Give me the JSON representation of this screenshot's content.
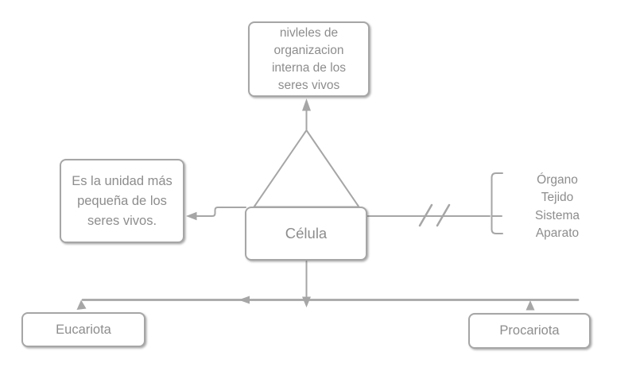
{
  "diagram": {
    "background_color": "#ffffff",
    "line_color": "#a6a6a6",
    "text_color": "#8d8d8d",
    "nodes": {
      "levels": {
        "label": "nivleles de organizacion interna de los seres vivos"
      },
      "definition": {
        "label": "Es la unidad más pequeña de los seres vivos."
      },
      "cell": {
        "label": "Célula"
      },
      "eukaryote": {
        "label": "Eucariota"
      },
      "prokaryote": {
        "label": "Procariota"
      }
    },
    "organization_levels": {
      "items": [
        "Órgano",
        "Tejido",
        "Sistema",
        "Aparato"
      ]
    }
  }
}
